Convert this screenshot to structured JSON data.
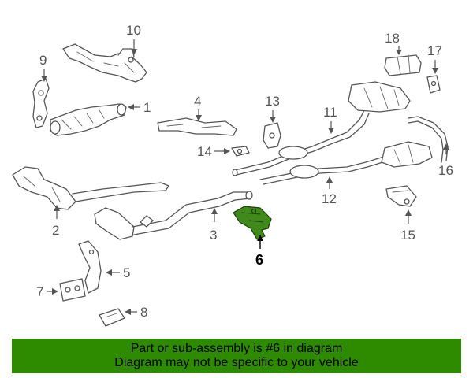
{
  "callouts": {
    "c1": "1",
    "c2": "2",
    "c3": "3",
    "c4": "4",
    "c5": "5",
    "c6": "6",
    "c7": "7",
    "c8": "8",
    "c9": "9",
    "c10": "10",
    "c11": "11",
    "c12": "12",
    "c13": "13",
    "c14": "14",
    "c15": "15",
    "c16": "16",
    "c17": "17",
    "c18": "18"
  },
  "highlighted_part": "6",
  "colors": {
    "highlight": "#3f8a1a",
    "banner_background": "#2e8b00",
    "line_art": "#555555"
  },
  "banner": {
    "line1": "Part or sub-assembly is #6 in diagram",
    "line2": "Diagram may not be specific to your vehicle"
  }
}
